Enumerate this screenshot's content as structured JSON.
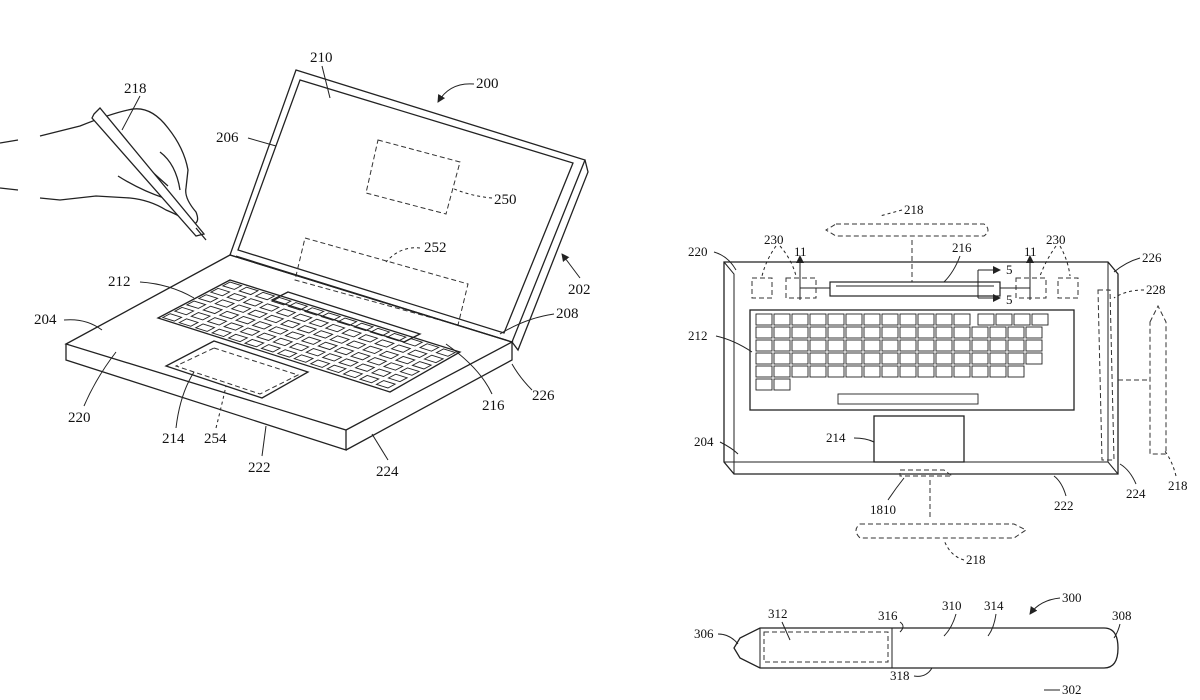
{
  "figure_left": {
    "labels": {
      "l200": "200",
      "l202": "202",
      "l204": "204",
      "l206": "206",
      "l208": "208",
      "l210": "210",
      "l212": "212",
      "l214": "214",
      "l216": "216",
      "l218": "218",
      "l220": "220",
      "l222": "222",
      "l224": "224",
      "l226": "226",
      "l250": "250",
      "l252": "252",
      "l254": "254"
    }
  },
  "figure_top_right": {
    "labels": {
      "l204": "204",
      "l212": "212",
      "l214": "214",
      "l216": "216",
      "l218a": "218",
      "l218b": "218",
      "l218c": "218",
      "l220": "220",
      "l222": "222",
      "l224": "224",
      "l226": "226",
      "l228": "228",
      "l230a": "230",
      "l230b": "230",
      "l11a": "11",
      "l11b": "11",
      "l5a": "5",
      "l5b": "5",
      "l1810": "1810"
    }
  },
  "figure_bottom_right": {
    "labels": {
      "l300": "300",
      "l302": "302",
      "l306": "306",
      "l308": "308",
      "l310": "310",
      "l312": "312",
      "l314": "314",
      "l316": "316",
      "l318": "318"
    }
  }
}
